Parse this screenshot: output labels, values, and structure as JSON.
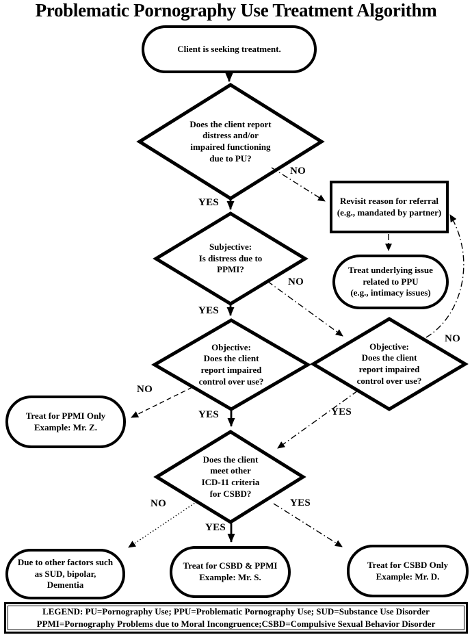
{
  "title": "Problematic Pornography Use Treatment Algorithm",
  "colors": {
    "ink": "#000000",
    "paper": "#ffffff"
  },
  "nodes": {
    "start": {
      "type": "terminator",
      "label": "Client is seeking treatment."
    },
    "q_distress": {
      "type": "decision",
      "label": "Does the client report\ndistress and/or\nimpaired functioning\ndue to PU?"
    },
    "revisit_referral": {
      "type": "process",
      "label": "Revisit reason for referral\n(e.g., mandated by partner)"
    },
    "treat_underlying": {
      "type": "terminator",
      "label": "Treat underlying issue\nrelated to PPU\n(e.g., intimacy issues)"
    },
    "q_subjective": {
      "type": "decision",
      "label": "Subjective:\nIs distress due to\nPPMI?"
    },
    "q_objective_left": {
      "type": "decision",
      "label": "Objective:\nDoes the client\nreport impaired\ncontrol over use?"
    },
    "q_objective_right": {
      "type": "decision",
      "label": "Objective:\nDoes the client\nreport impaired\ncontrol over use?"
    },
    "treat_ppmi_only": {
      "type": "terminator",
      "label": "Treat for PPMI Only\nExample: Mr. Z."
    },
    "q_csbd": {
      "type": "decision",
      "label": "Does the client\nmeet other\nICD-11 criteria\nfor CSBD?"
    },
    "other_factors": {
      "type": "terminator",
      "label": "Due to other factors such\nas SUD, bipolar,\nDementia"
    },
    "treat_csbd_ppmi": {
      "type": "terminator",
      "label": "Treat for CSBD & PPMI\nExample: Mr. S."
    },
    "treat_csbd_only": {
      "type": "terminator",
      "label": "Treat for CSBD Only\nExample: Mr. D."
    }
  },
  "edge_labels": {
    "q_distress_yes": "YES",
    "q_distress_no": "NO",
    "q_subjective_yes": "YES",
    "q_subjective_no": "NO",
    "q_objective_left_yes": "YES",
    "q_objective_left_no": "NO",
    "q_objective_right_yes": "YES",
    "q_objective_right_no": "NO",
    "q_csbd_yes_down": "YES",
    "q_csbd_yes_right": "YES",
    "q_csbd_no": "NO"
  },
  "legend": {
    "line1": "LEGEND: PU=Pornography Use; PPU=Problematic Pornography Use; SUD=Substance Use Disorder",
    "line2": "PPMI=Pornography Problems due to Moral Incongruence;CSBD=Compulsive Sexual Behavior Disorder"
  }
}
